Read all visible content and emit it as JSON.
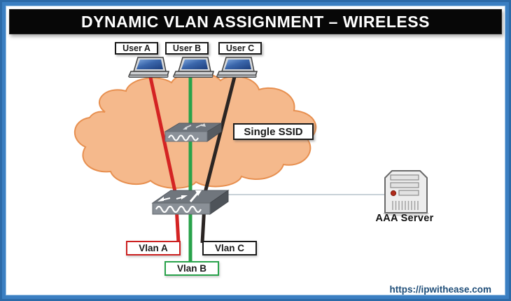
{
  "title": "DYNAMIC VLAN ASSIGNMENT – WIRELESS",
  "users": [
    {
      "label": "User A",
      "line_color": "#d42323"
    },
    {
      "label": "User B",
      "line_color": "#28a24a"
    },
    {
      "label": "User C",
      "line_color": "#2b2523"
    }
  ],
  "cloud": {
    "fill": "#f5b98c",
    "stroke": "#e78f4f"
  },
  "ssid_label": "Single SSID",
  "aaa_server": {
    "label": "AAA Server",
    "link_line_color": "#b6c2cc"
  },
  "vlans": [
    {
      "label": "Vlan A",
      "color": "#cc2020"
    },
    {
      "label": "Vlan B",
      "color": "#28a24a"
    },
    {
      "label": "Vlan C",
      "color": "#1b1b1b"
    }
  ],
  "footer": {
    "url": "https://ipwithease.com",
    "color": "#1f4e79"
  },
  "frame_color": "#2e75b6"
}
